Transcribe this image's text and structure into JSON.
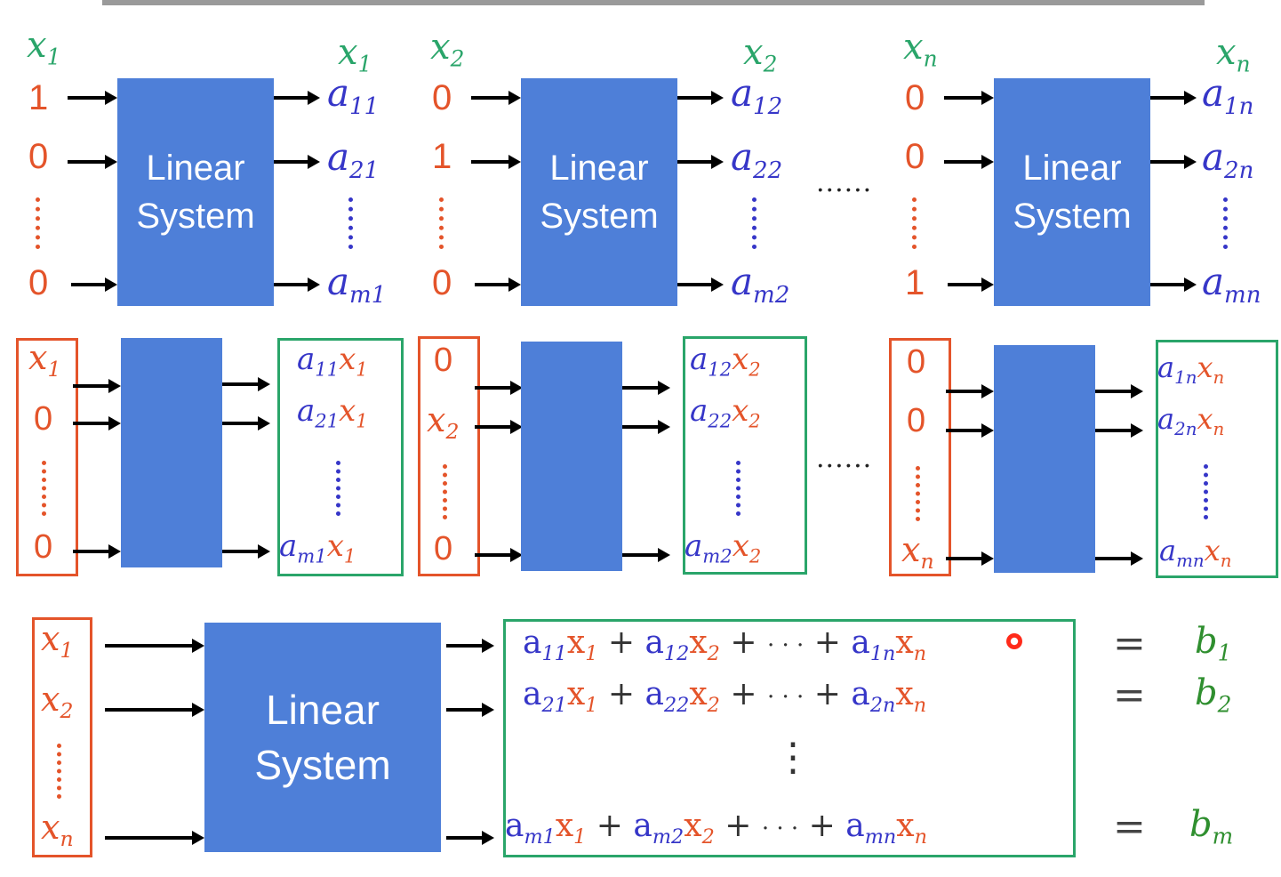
{
  "systems": [
    {
      "label_line1": "Linear",
      "label_line2": "System",
      "in_var": "x",
      "in_sub": "1",
      "out_var": "x",
      "out_sub": "1",
      "inputs": [
        "1",
        "0",
        "0"
      ],
      "outputs": [
        {
          "a": "a",
          "s": "11"
        },
        {
          "a": "a",
          "s": "21"
        },
        {
          "a": "a",
          "s": "m1"
        }
      ]
    },
    {
      "label_line1": "Linear",
      "label_line2": "System",
      "in_var": "x",
      "in_sub": "2",
      "out_var": "x",
      "out_sub": "2",
      "inputs": [
        "0",
        "1",
        "0"
      ],
      "outputs": [
        {
          "a": "a",
          "s": "12"
        },
        {
          "a": "a",
          "s": "22"
        },
        {
          "a": "a",
          "s": "m2"
        }
      ]
    },
    {
      "label_line1": "Linear",
      "label_line2": "System",
      "in_var": "x",
      "in_sub": "n",
      "out_var": "x",
      "out_sub": "n",
      "inputs": [
        "0",
        "0",
        "1"
      ],
      "outputs": [
        {
          "a": "a",
          "s": "1n"
        },
        {
          "a": "a",
          "s": "2n"
        },
        {
          "a": "a",
          "s": "mn"
        }
      ]
    }
  ],
  "ellipsis": "......",
  "scaled": [
    {
      "inputs": [
        {
          "v": "x",
          "s": "1"
        },
        {
          "v": "0",
          "s": ""
        },
        {
          "v": "0",
          "s": ""
        }
      ],
      "outputs": [
        {
          "a": "a",
          "as": "11",
          "x": "x",
          "xs": "1"
        },
        {
          "a": "a",
          "as": "21",
          "x": "x",
          "xs": "1"
        },
        {
          "a": "a",
          "as": "m1",
          "x": "x",
          "xs": "1"
        }
      ]
    },
    {
      "inputs": [
        {
          "v": "0",
          "s": ""
        },
        {
          "v": "x",
          "s": "2"
        },
        {
          "v": "0",
          "s": ""
        }
      ],
      "outputs": [
        {
          "a": "a",
          "as": "12",
          "x": "x",
          "xs": "2"
        },
        {
          "a": "a",
          "as": "22",
          "x": "x",
          "xs": "2"
        },
        {
          "a": "a",
          "as": "m2",
          "x": "x",
          "xs": "2"
        }
      ]
    },
    {
      "inputs": [
        {
          "v": "0",
          "s": ""
        },
        {
          "v": "0",
          "s": ""
        },
        {
          "v": "x",
          "s": "n"
        }
      ],
      "outputs": [
        {
          "a": "a",
          "as": "1n",
          "x": "x",
          "xs": "n"
        },
        {
          "a": "a",
          "as": "2n",
          "x": "x",
          "xs": "n"
        },
        {
          "a": "a",
          "as": "mn",
          "x": "x",
          "xs": "n"
        }
      ]
    }
  ],
  "combined": {
    "label_line1": "Linear",
    "label_line2": "System",
    "inputs": [
      {
        "v": "x",
        "s": "1"
      },
      {
        "v": "x",
        "s": "2"
      },
      {
        "v": "x",
        "s": "n"
      }
    ],
    "rows": [
      {
        "terms": [
          {
            "a": "a",
            "as": "11",
            "x": "x",
            "xs": "1"
          },
          {
            "a": "a",
            "as": "12",
            "x": "x",
            "xs": "2"
          },
          {
            "a": "a",
            "as": "1n",
            "x": "x",
            "xs": "n"
          }
        ],
        "plus": "+",
        "dots": "· · ·",
        "eq": "=",
        "rhs": "b",
        "rhs_sub": "1"
      },
      {
        "terms": [
          {
            "a": "a",
            "as": "21",
            "x": "x",
            "xs": "1"
          },
          {
            "a": "a",
            "as": "22",
            "x": "x",
            "xs": "2"
          },
          {
            "a": "a",
            "as": "2n",
            "x": "x",
            "xs": "n"
          }
        ],
        "plus": "+",
        "dots": "· · ·",
        "eq": "=",
        "rhs": "b",
        "rhs_sub": "2"
      },
      {
        "terms": [
          {
            "a": "a",
            "as": "m1",
            "x": "x",
            "xs": "1"
          },
          {
            "a": "a",
            "as": "m2",
            "x": "x",
            "xs": "2"
          },
          {
            "a": "a",
            "as": "mn",
            "x": "x",
            "xs": "n"
          }
        ],
        "plus": "+",
        "dots": "· · ·",
        "eq": "=",
        "rhs": "b",
        "rhs_sub": "m"
      }
    ],
    "vdots": "⋮"
  },
  "colors": {
    "input": "#e4542a",
    "output": "#3636c8",
    "label": "#2aa56a",
    "box": "#4e7fd8",
    "rhs": "#2f8f2f"
  }
}
